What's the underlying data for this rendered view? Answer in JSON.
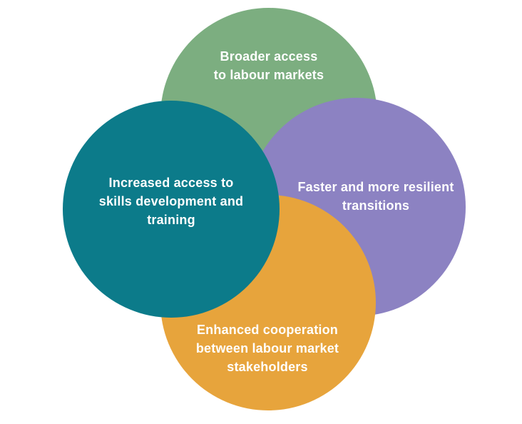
{
  "diagram": {
    "type": "venn-overlap",
    "background_color": "#FFFFFF",
    "text_color": "#FFFFFF",
    "circles": [
      {
        "name": "broader-access",
        "label": "Broader access\nto labour markets",
        "color": "#7CAE80"
      },
      {
        "name": "faster-transitions",
        "label": "Faster and more resilient\ntransitions",
        "color": "#8C82C2"
      },
      {
        "name": "enhanced-cooperation",
        "label": "Enhanced cooperation\nbetween labour market\nstakeholders",
        "color": "#E7A43C"
      },
      {
        "name": "increased-access-skills",
        "label": "Increased access to\nskills development and\ntraining",
        "color": "#0C7B8A"
      }
    ]
  }
}
